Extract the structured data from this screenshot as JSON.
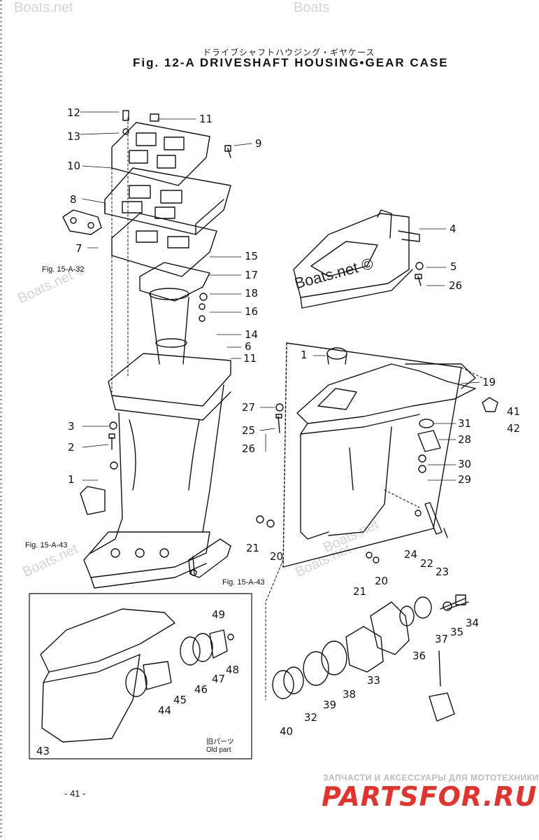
{
  "header": {
    "title_jp": "ドライブシャフトハウジング・ギヤケース",
    "title": "Fig. 12-A   DRIVESHAFT HOUSING•GEAR CASE"
  },
  "watermarks": [
    "Boats.net",
    "Boats",
    "Boats.net ©",
    "Boats.net",
    "Boats.net",
    "Boats.net"
  ],
  "overlay_watermark": "Boats.net ©",
  "part_numbers": [
    "12",
    "13",
    "11",
    "9",
    "10",
    "8",
    "7",
    "15",
    "17",
    "18",
    "16",
    "14",
    "6",
    "11",
    "4",
    "5",
    "26",
    "3",
    "2",
    "1",
    "1",
    "27",
    "25",
    "26",
    "19",
    "41",
    "42",
    "31",
    "28",
    "30",
    "29",
    "21",
    "20",
    "24",
    "22",
    "23",
    "21",
    "20",
    "49",
    "48",
    "47",
    "46",
    "45",
    "44",
    "43",
    "37",
    "35",
    "34",
    "36",
    "33",
    "38",
    "39",
    "32",
    "40"
  ],
  "references": {
    "fig_15_a_32": "Fig. 15-A-32",
    "fig_15_a_43_left": "Fig. 15-A-43",
    "fig_15_a_43_bottom": "Fig. 15-A-43"
  },
  "inset": {
    "jp": "旧パーツ",
    "en": "Old part"
  },
  "page_number": "- 41 -",
  "footer": {
    "tagline": "ЗАПЧАСТИ И АКСЕССУАРЫ ДЛЯ МОТОТЕХНИКИ",
    "brand": "PARTSFOR.RU"
  }
}
